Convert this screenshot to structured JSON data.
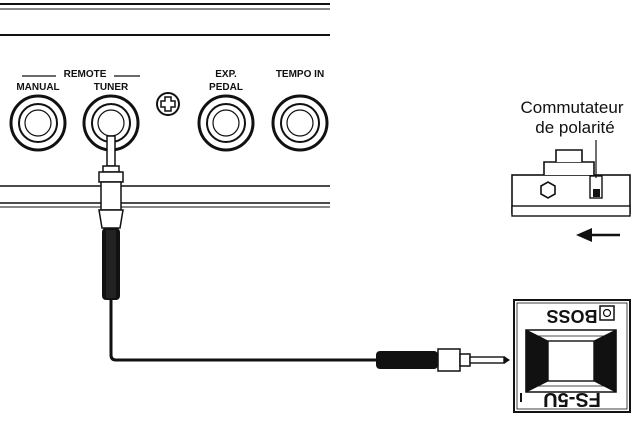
{
  "panel": {
    "remote_group_label": "REMOTE",
    "jacks": [
      {
        "id": "manual",
        "label": "MANUAL"
      },
      {
        "id": "tuner",
        "label": "TUNER"
      },
      {
        "id": "exp_pedal",
        "label_line1": "EXP.",
        "label_line2": "PEDAL"
      },
      {
        "id": "tempo_in",
        "label": "TEMPO IN"
      }
    ]
  },
  "switch_callout": {
    "label_line1": "Commutateur",
    "label_line2": "de polarité"
  },
  "footswitch": {
    "brand": "BOSS",
    "model": "FS-5U"
  }
}
